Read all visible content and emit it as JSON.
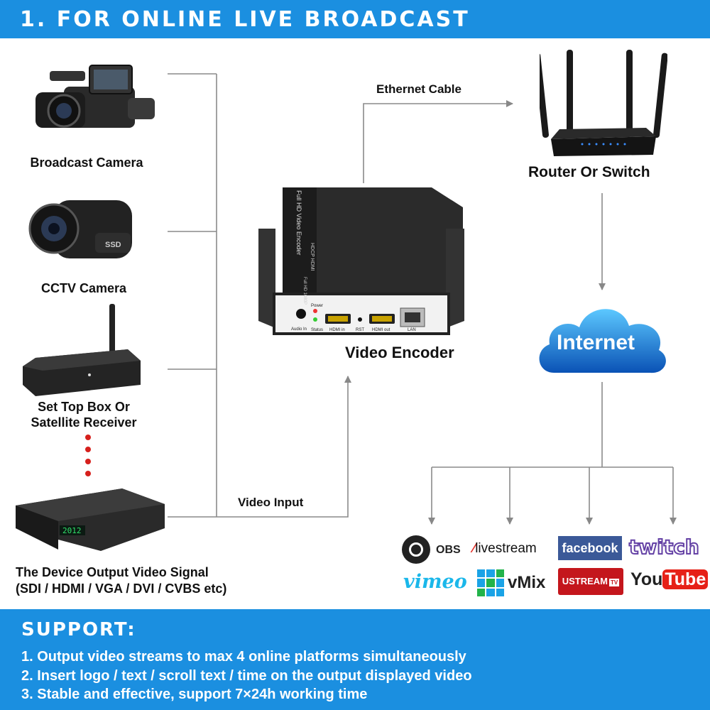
{
  "header": {
    "title": "1. FOR ONLINE LIVE BROADCAST"
  },
  "sources": [
    {
      "label": "Broadcast Camera"
    },
    {
      "label": "CCTV Camera"
    },
    {
      "label": "Set Top Box Or\nSatellite Receiver"
    }
  ],
  "device_output": {
    "line1": "The Device Output Video Signal",
    "line2": "(SDI / HDMI / VGA / DVI / CVBS etc)"
  },
  "connections": {
    "video_input": "Video Input",
    "ethernet": "Ethernet Cable"
  },
  "encoder": {
    "label": "Video Encoder",
    "side_text": "Full HD Video Encoder",
    "side_sub": "HDCP HDMI",
    "side_badge": "Full HD 1080P",
    "port_audio": "Audio In",
    "port_power": "Power",
    "port_status": "Status",
    "port_hdmi_in": "HDMI in",
    "port_rst": "RST",
    "port_hdmi_out": "HDMI out",
    "port_lan": "LAN"
  },
  "router": {
    "label": "Router Or Switch"
  },
  "internet": {
    "label": "Internet"
  },
  "stb_display": "2012",
  "platforms": {
    "obs": "OBS",
    "livestream": "livestream",
    "facebook": "facebook",
    "twitch": "twitch",
    "vimeo": "vimeo",
    "vmix": "vMix",
    "ustream": "USTREAM",
    "ustream_tv": "TV",
    "youtube_you": "You",
    "youtube_tube": "Tube"
  },
  "support": {
    "title": "SUPPORT:",
    "items": [
      "1. Output video streams to max 4 online platforms simultaneously",
      "2. Insert logo / text / scroll text / time on the output displayed video",
      "3. Stable and effective, support 7×24h working time"
    ]
  },
  "colors": {
    "banner": "#1b8fe0",
    "dots": "#d6201c",
    "facebook": "#3b5998",
    "twitch": "#6441a5",
    "vimeo": "#1ab7ea",
    "ustream": "#c4161c",
    "youtube": "#e62117"
  }
}
